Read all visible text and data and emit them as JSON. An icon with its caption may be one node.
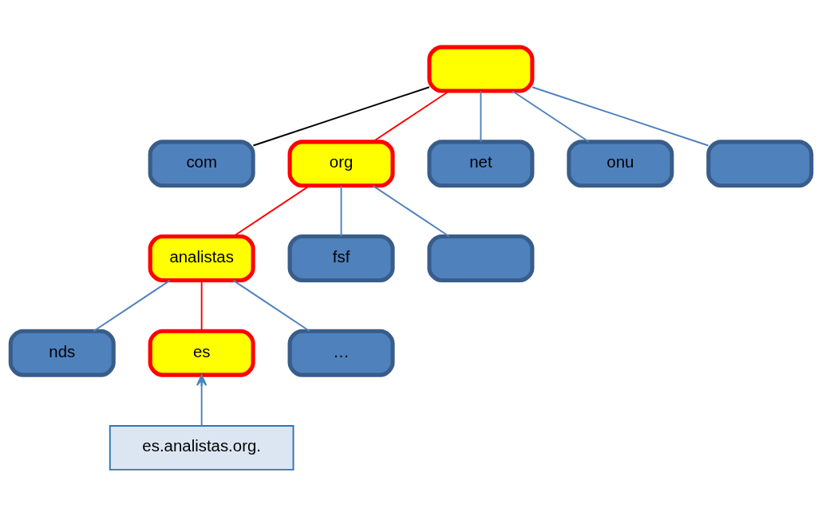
{
  "diagram": {
    "nodes": [
      {
        "text": [],
        "shape": "box"
      },
      {
        "text": [
          "com"
        ]
      },
      {
        "text": [
          "org"
        ]
      },
      {
        "text": [
          "net"
        ]
      },
      {
        "text": [
          "onu"
        ]
      },
      {
        "text": [],
        "shape": "box"
      },
      {
        "text": [
          "analistas"
        ]
      },
      {
        "text": [
          "fsf"
        ]
      },
      {
        "text": [],
        "shape": "box"
      },
      {
        "text": [
          "nds"
        ]
      },
      {
        "text": [
          "es"
        ]
      },
      {
        "text": [
          "…"
        ]
      },
      {
        "text": [
          "es.analistas.org."
        ]
      }
    ],
    "edges": [
      {
        "from": 0,
        "to": 1,
        "arrow": "none",
        "color": "#000000"
      },
      {
        "from": 0,
        "to": 2,
        "arrow": "none",
        "color": "#ff0000"
      },
      {
        "from": 0,
        "to": 3,
        "arrow": "none"
      },
      {
        "from": 0,
        "to": 4,
        "arrow": "none"
      },
      {
        "from": 0,
        "to": 5,
        "arrow": "none"
      },
      {
        "from": 2,
        "to": 6,
        "arrow": "none",
        "color": "#ff0000"
      },
      {
        "from": 2,
        "to": 7,
        "arrow": "none"
      },
      {
        "from": 2,
        "to": 8,
        "arrow": "none"
      },
      {
        "from": 6,
        "to": 9,
        "arrow": "none"
      },
      {
        "from": 6,
        "to": 10,
        "arrow": "none",
        "color": "#ff0000"
      },
      {
        "from": 6,
        "to": 11,
        "arrow": "none"
      },
      {
        "from": 12,
        "to": 10,
        "arrow": "to"
      }
    ]
  }
}
